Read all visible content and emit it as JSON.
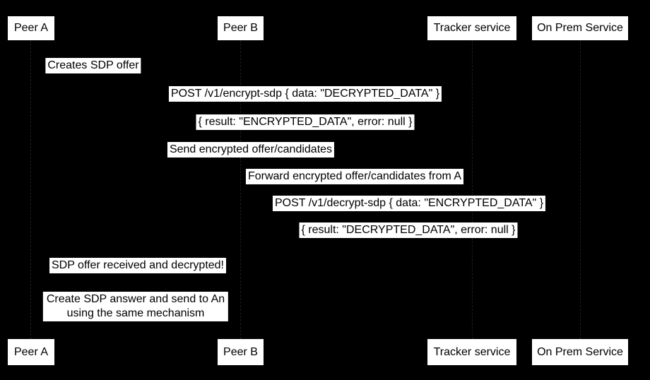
{
  "colors": {
    "background": "#000000",
    "box_fill": "#ffffff",
    "box_text": "#000000",
    "lifeline": "#1e1e1e"
  },
  "actors": [
    {
      "label": "Peer A"
    },
    {
      "label": "Peer B"
    },
    {
      "label": "Tracker service"
    },
    {
      "label": "On Prem Service"
    }
  ],
  "messages": [
    {
      "text": "Creates SDP offer"
    },
    {
      "text": "POST /v1/encrypt-sdp { data: \"DECRYPTED_DATA\" }"
    },
    {
      "text": "{ result: \"ENCRYPTED_DATA\", error: null }"
    },
    {
      "text": "Send encrypted offer/candidates"
    },
    {
      "text": "Forward encrypted offer/candidates from A"
    },
    {
      "text": "POST /v1/decrypt-sdp { data: \"ENCRYPTED_DATA\" }"
    },
    {
      "text": "{ result: \"DECRYPTED_DATA\", error: null }"
    },
    {
      "text": "SDP offer received and decrypted!"
    },
    {
      "line1": "Create SDP answer and send to An",
      "line2": "using the same mechanism"
    }
  ]
}
